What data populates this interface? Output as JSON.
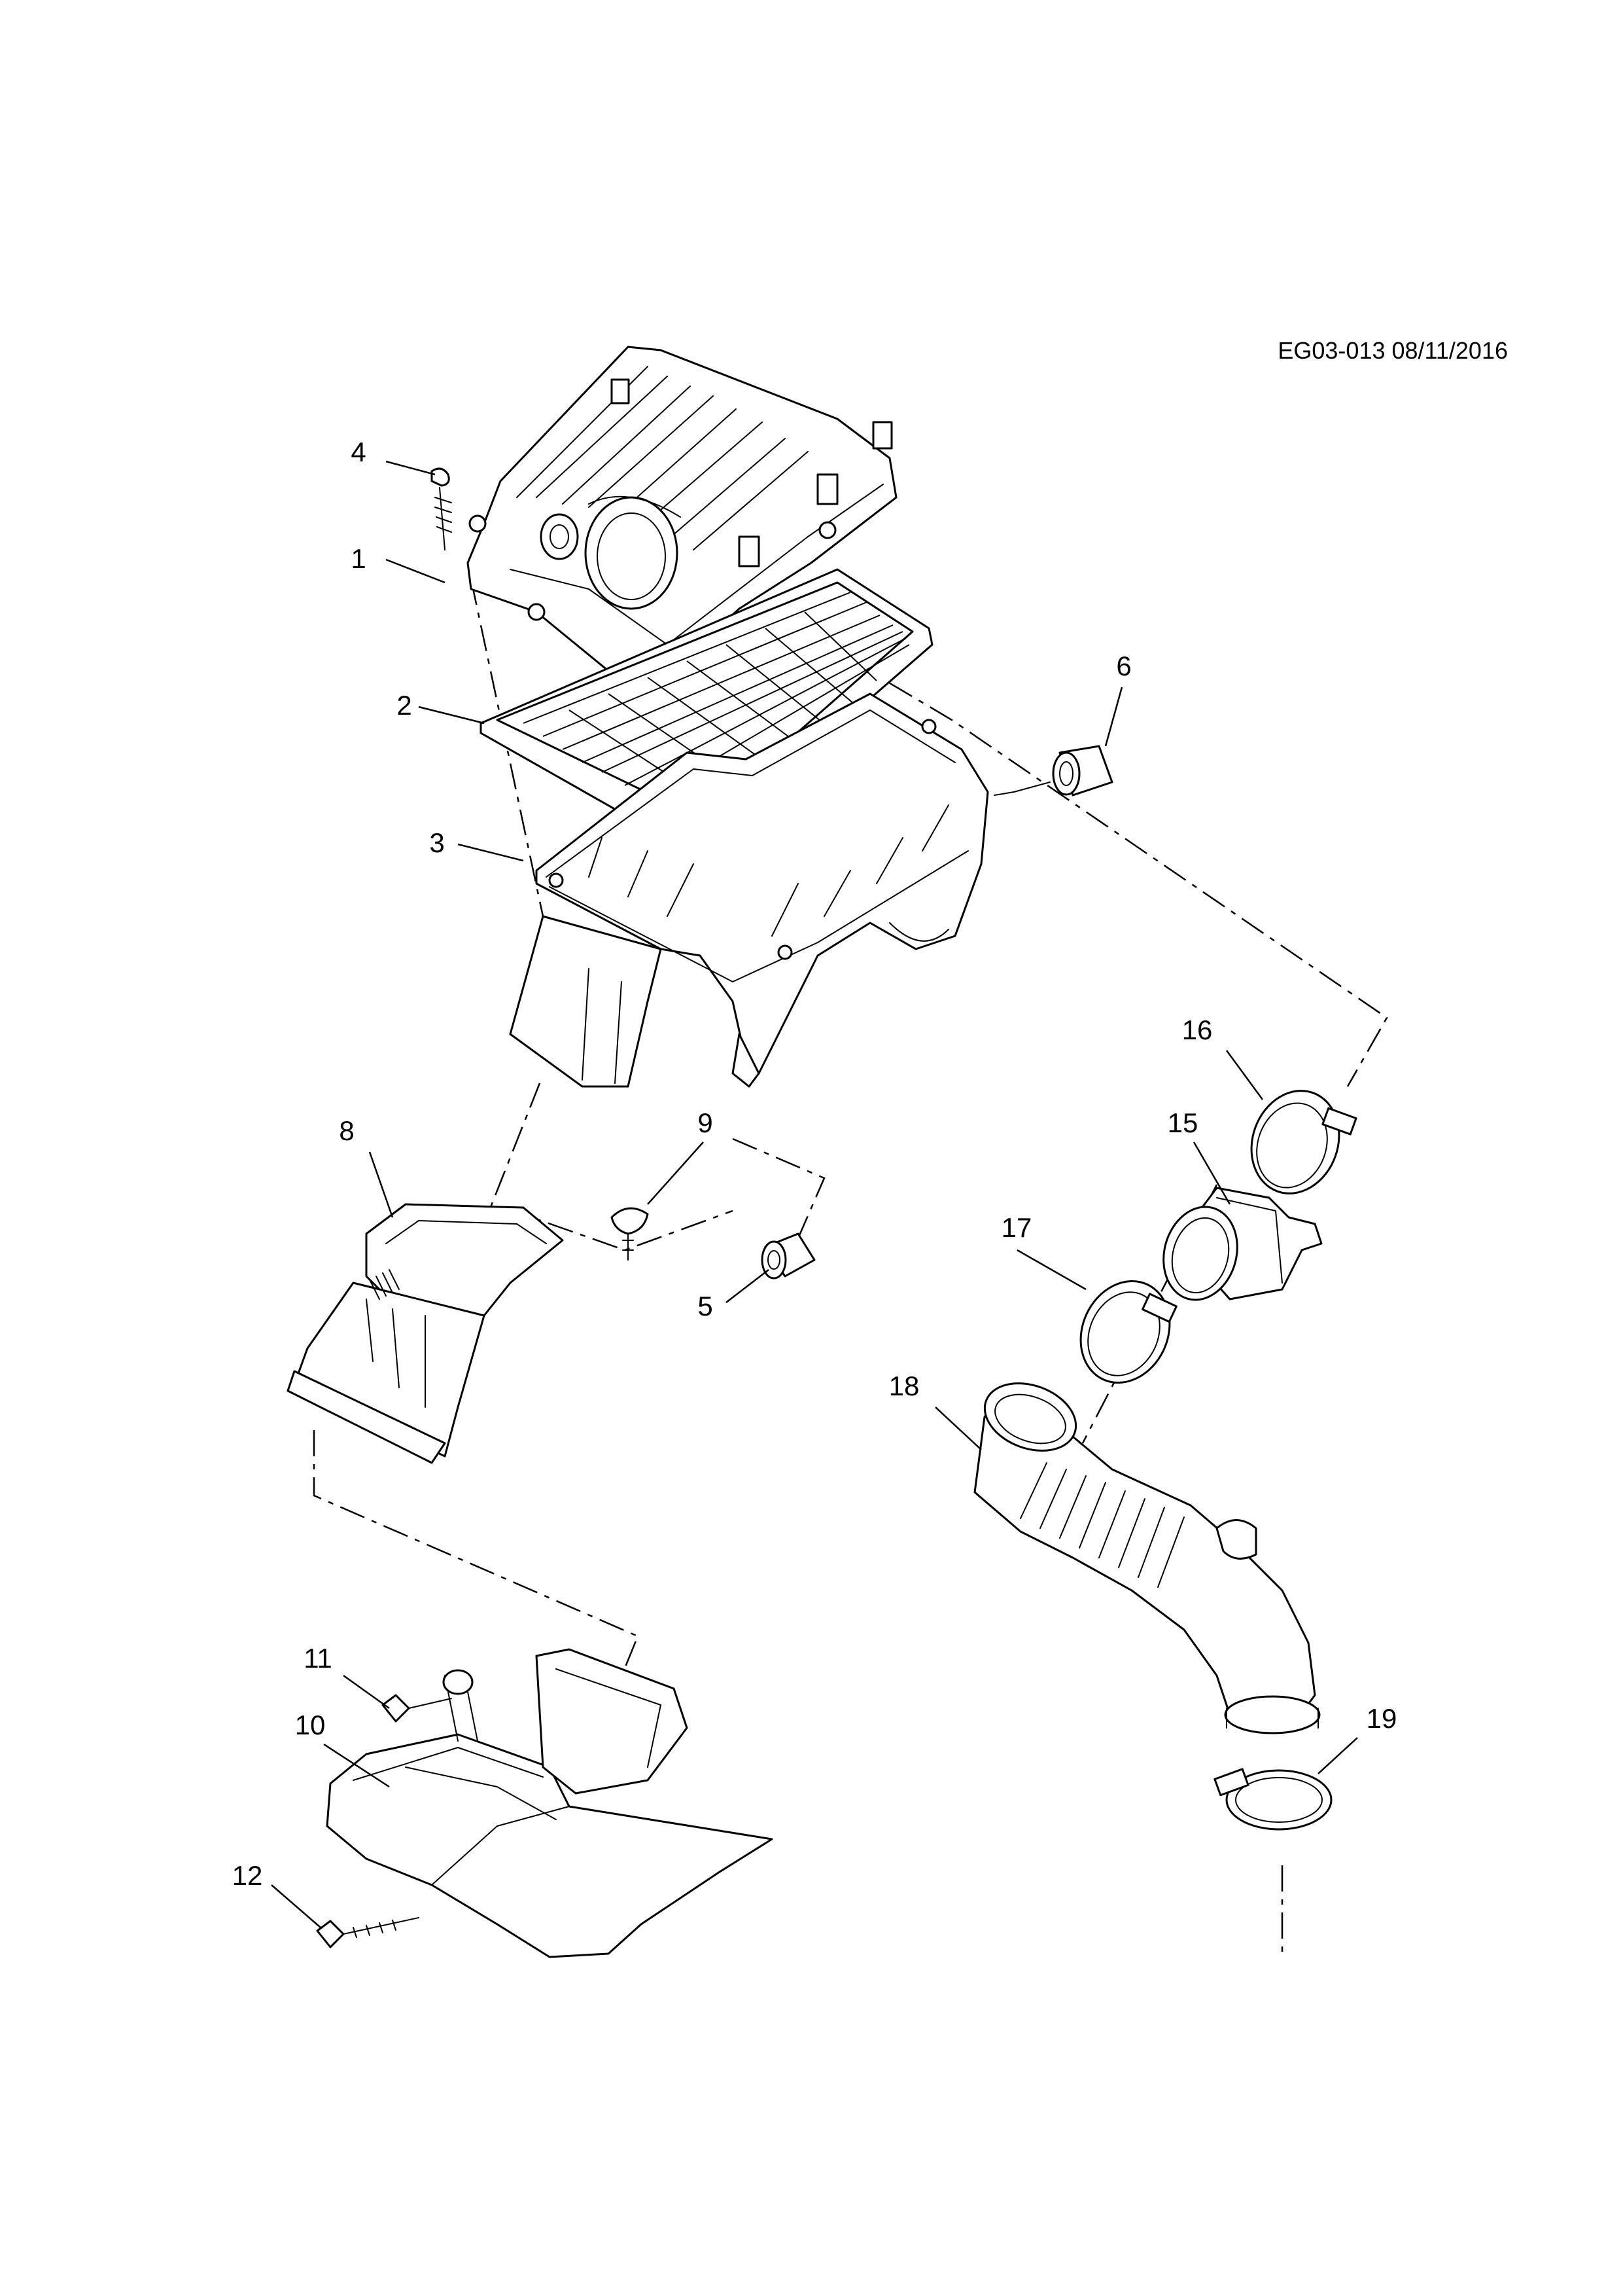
{
  "diagram": {
    "reference": "EG03-013 08/11/2016",
    "callouts": [
      {
        "id": "c1",
        "label": "1"
      },
      {
        "id": "c2",
        "label": "2"
      },
      {
        "id": "c3",
        "label": "3"
      },
      {
        "id": "c4",
        "label": "4"
      },
      {
        "id": "c5",
        "label": "5"
      },
      {
        "id": "c6",
        "label": "6"
      },
      {
        "id": "c8",
        "label": "8"
      },
      {
        "id": "c9",
        "label": "9"
      },
      {
        "id": "c10",
        "label": "10"
      },
      {
        "id": "c11",
        "label": "11"
      },
      {
        "id": "c12",
        "label": "12"
      },
      {
        "id": "c15",
        "label": "15"
      },
      {
        "id": "c16",
        "label": "16"
      },
      {
        "id": "c17",
        "label": "17"
      },
      {
        "id": "c18",
        "label": "18"
      },
      {
        "id": "c19",
        "label": "19"
      }
    ]
  }
}
